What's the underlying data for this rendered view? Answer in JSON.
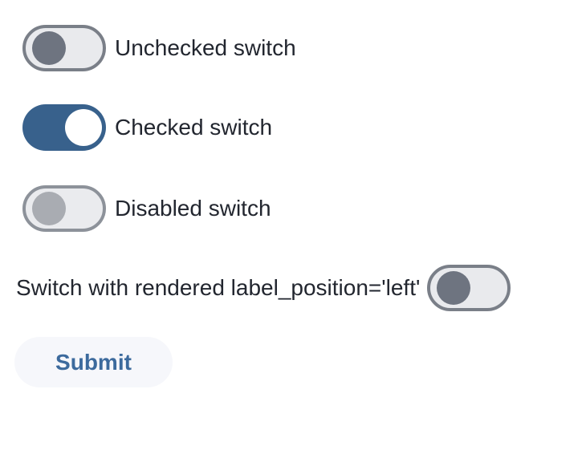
{
  "page": {
    "background": "#ffffff"
  },
  "switches": [
    {
      "label": "Unchecked switch",
      "checked": false,
      "disabled": false,
      "label_position": "right"
    },
    {
      "label": "Checked switch",
      "checked": true,
      "disabled": false,
      "label_position": "right"
    },
    {
      "label": "Disabled switch",
      "checked": false,
      "disabled": true,
      "label_position": "right"
    },
    {
      "label": "Switch with rendered label_position='left'",
      "checked": false,
      "disabled": false,
      "label_position": "left"
    }
  ],
  "submit_button": {
    "label": "Submit"
  },
  "colors": {
    "checked_track": "#38618C",
    "unchecked_track": "#e9eaed",
    "unchecked_border": "#7a7f88",
    "unchecked_knob": "#6e7480",
    "disabled_track": "#eaebee",
    "disabled_border": "#8d929a",
    "disabled_knob": "#a9acb2",
    "label_text": "#22262f",
    "submit_background": "#f6f7fb",
    "submit_text": "#3c6a9d"
  }
}
